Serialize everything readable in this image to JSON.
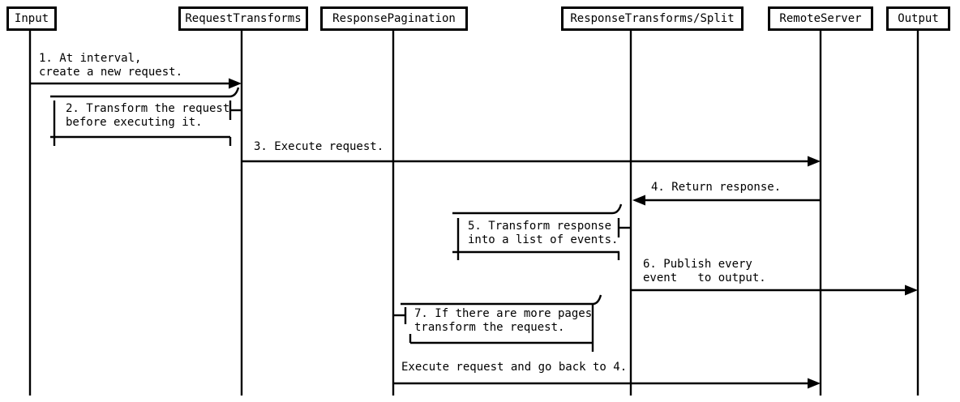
{
  "colors": {
    "line": "#000000",
    "background": "#ffffff",
    "text": "#000000"
  },
  "actors": {
    "input": "Input",
    "request_transforms": "RequestTransforms",
    "response_pagination": "ResponsePagination",
    "response_transforms_split": "ResponseTransforms/Split",
    "remote_server": "RemoteServer",
    "output": "Output"
  },
  "messages": {
    "m1": {
      "line1": "1. At interval,",
      "line2": "create a new request.",
      "from": "Input",
      "to": "RequestTransforms"
    },
    "m2": {
      "line1": "2. Transform the request",
      "line2": "before executing it.",
      "at": "RequestTransforms"
    },
    "m3": {
      "line1": "3. Execute request.",
      "from": "RequestTransforms",
      "to": "RemoteServer"
    },
    "m4": {
      "line1": "4. Return response.",
      "from": "RemoteServer",
      "to": "ResponseTransforms/Split"
    },
    "m5": {
      "line1": "5. Transform response",
      "line2": "into a list of events.",
      "at": "ResponseTransforms/Split"
    },
    "m6": {
      "line1": "6. Publish every",
      "line2": "event   to output.",
      "from": "ResponseTransforms/Split",
      "to": "Output"
    },
    "m7": {
      "line1": "7. If there are more pages",
      "line2": "transform the request.",
      "at": "ResponsePagination"
    },
    "m8": {
      "line1": "Execute request and go back to 4.",
      "from": "ResponsePagination",
      "to": "RemoteServer"
    }
  }
}
